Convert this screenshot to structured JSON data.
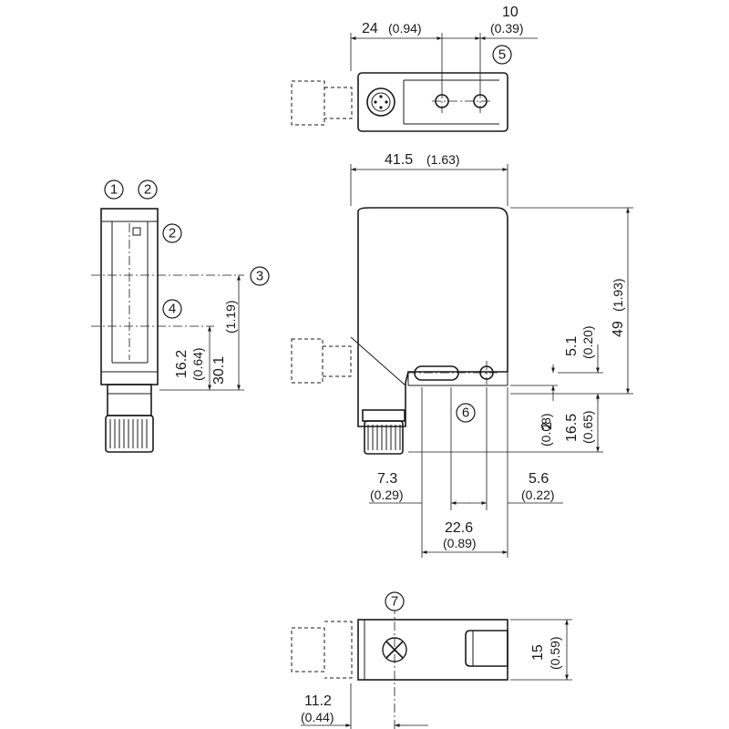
{
  "dimensions": {
    "top_24": {
      "mm": "24",
      "in": "(0.94)"
    },
    "top_10": {
      "mm": "10",
      "in": "(0.39)"
    },
    "width_41_5": {
      "mm": "41.5",
      "in": "(1.63)"
    },
    "height_49": {
      "mm": "49",
      "in": "(1.93)"
    },
    "d_5_1": {
      "mm": "5.1",
      "in": "(0.20)"
    },
    "d_2": {
      "mm": "2",
      "in": "(0.08)"
    },
    "d_16_5": {
      "mm": "16.5",
      "in": "(0.65)"
    },
    "d_7_3": {
      "mm": "7.3",
      "in": "(0.29)"
    },
    "d_5_6": {
      "mm": "5.6",
      "in": "(0.22)"
    },
    "d_22_6": {
      "mm": "22.6",
      "in": "(0.89)"
    },
    "d_16_2": {
      "mm": "16.2",
      "in": "(0.64)"
    },
    "d_30_1": {
      "mm": "30.1",
      "in": "(1.19)"
    },
    "d_15": {
      "mm": "15",
      "in": "(0.59)"
    },
    "d_11_2": {
      "mm": "11.2",
      "in": "(0.44)"
    }
  },
  "callouts": {
    "c1": "1",
    "c2": "2",
    "c3": "3",
    "c4": "4",
    "c5": "5",
    "c6": "6",
    "c7": "7"
  }
}
